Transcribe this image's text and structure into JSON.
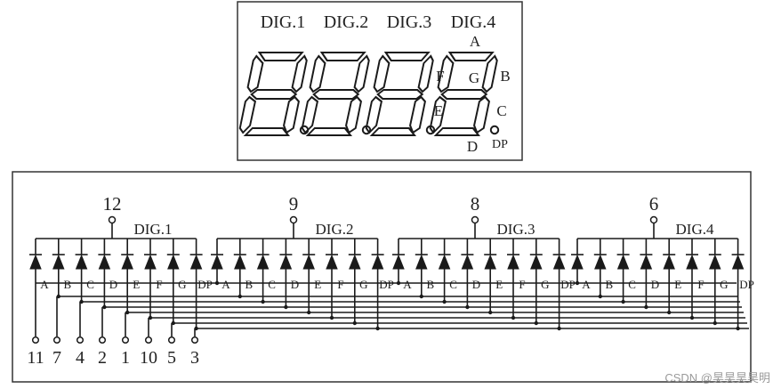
{
  "display": {
    "digit_labels": [
      "DIG.1",
      "DIG.2",
      "DIG.3",
      "DIG.4"
    ],
    "segment_labels": [
      "A",
      "B",
      "C",
      "D",
      "E",
      "F",
      "G",
      "DP"
    ]
  },
  "schematic": {
    "digits": [
      {
        "label": "DIG.1",
        "common_pin": "12",
        "segments": [
          "A",
          "B",
          "C",
          "D",
          "E",
          "F",
          "G",
          "DP"
        ]
      },
      {
        "label": "DIG.2",
        "common_pin": "9",
        "segments": [
          "A",
          "B",
          "C",
          "D",
          "E",
          "F",
          "G",
          "DP"
        ]
      },
      {
        "label": "DIG.3",
        "common_pin": "8",
        "segments": [
          "A",
          "B",
          "C",
          "D",
          "E",
          "F",
          "G",
          "DP"
        ]
      },
      {
        "label": "DIG.4",
        "common_pin": "6",
        "segments": [
          "A",
          "B",
          "C",
          "D",
          "E",
          "F",
          "G",
          "DP"
        ]
      }
    ],
    "segment_pins": [
      "11",
      "7",
      "4",
      "2",
      "1",
      "10",
      "5",
      "3"
    ]
  },
  "watermark": "CSDN @昊昊昊昊明"
}
